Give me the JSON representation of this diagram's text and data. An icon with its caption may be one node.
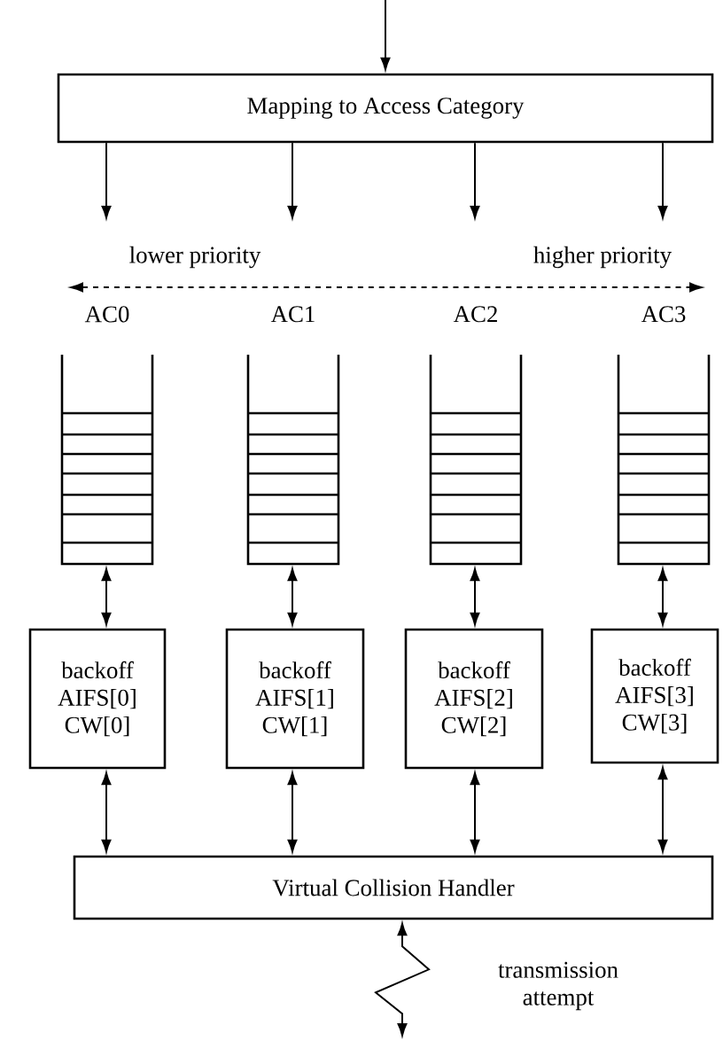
{
  "diagram": {
    "nodes": [
      {
        "text": [
          "Mapping to Access Category"
        ]
      },
      {
        "text": [
          "AC0"
        ]
      },
      {
        "text": [
          "AC1"
        ]
      },
      {
        "text": [
          "AC2"
        ]
      },
      {
        "text": [
          "AC3"
        ]
      },
      {
        "text": [
          "backoff AIFS[0] CW[0]"
        ]
      },
      {
        "text": [
          "backoff AIFS[1] CW[1]"
        ]
      },
      {
        "text": [
          "backoff AIFS[2] CW[2]"
        ]
      },
      {
        "text": [
          "backoff AIFS[3] CW[3]"
        ]
      },
      {
        "text": [
          "Virtual Collision Handler"
        ]
      }
    ],
    "edges": [
      {
        "from": null,
        "to": 0,
        "arrow": "to"
      },
      {
        "from": 0,
        "to": null,
        "arrow": "to"
      },
      {
        "from": 0,
        "to": null,
        "arrow": "to"
      },
      {
        "from": 0,
        "to": null,
        "arrow": "to"
      },
      {
        "from": 0,
        "to": null,
        "arrow": "to"
      },
      {
        "from": 1,
        "to": 5,
        "arrow": "both"
      },
      {
        "from": 2,
        "to": 6,
        "arrow": "both"
      },
      {
        "from": 3,
        "to": 7,
        "arrow": "both"
      },
      {
        "from": 4,
        "to": 8,
        "arrow": "both"
      },
      {
        "from": 5,
        "to": 9,
        "arrow": "both"
      },
      {
        "from": 6,
        "to": 9,
        "arrow": "both"
      },
      {
        "from": 7,
        "to": 9,
        "arrow": "both"
      },
      {
        "from": 8,
        "to": 9,
        "arrow": "both"
      },
      {
        "from": 9,
        "to": null,
        "arrow": "both",
        "label": "transmission attempt"
      }
    ],
    "labels": [
      "lower priority",
      "higher priority"
    ]
  }
}
